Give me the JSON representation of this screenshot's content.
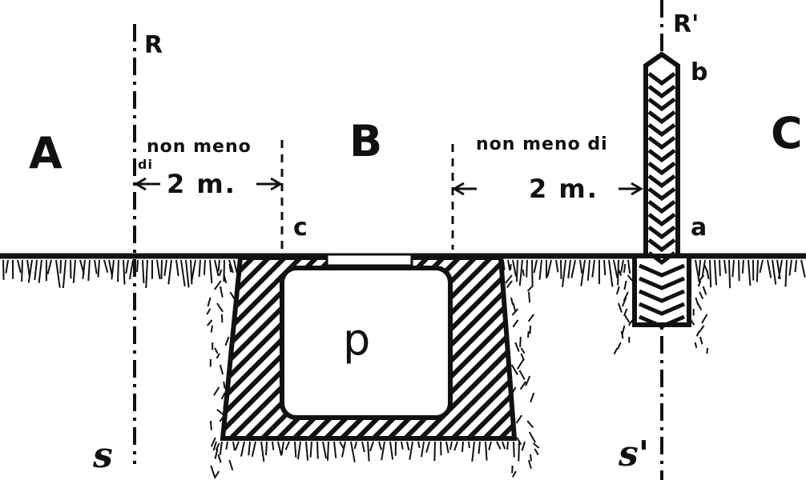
{
  "labels": {
    "zone_a": "A",
    "zone_b": "B",
    "zone_c": "C",
    "line_r": "R",
    "line_r_prime": "R'",
    "line_s": "s",
    "line_s_prime": "s'",
    "point_b": "b",
    "point_a": "a",
    "point_c": "c",
    "pit": "p"
  },
  "dimensions": {
    "left_text": "non meno",
    "left_text_suffix": "di",
    "left_value": "2 m.",
    "right_text": "non meno di",
    "right_value": "2 m."
  },
  "colors": {
    "ink": "#111111",
    "paper": "#ffffff"
  }
}
